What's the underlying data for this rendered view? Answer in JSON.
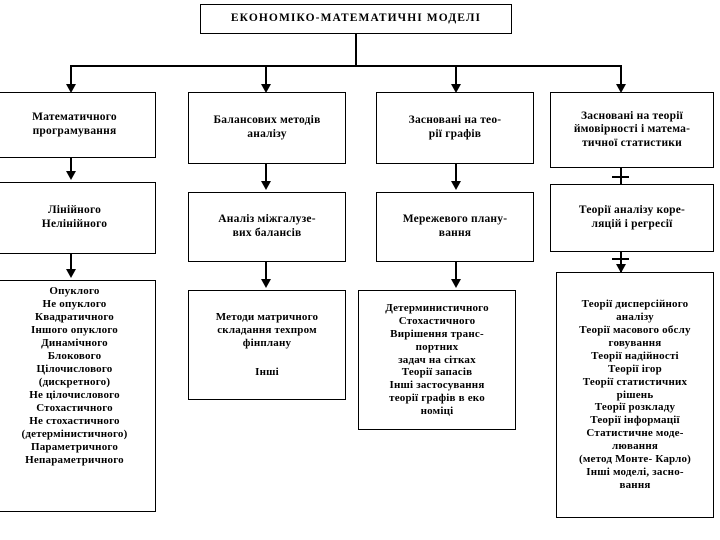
{
  "diagram": {
    "title": "ЕКОНОМІКО-МАТЕМАТИЧНІ МОДЕЛІ",
    "type": "hierarchy-tree",
    "branch_count": 4,
    "columns": [
      {
        "id": "col-math-programming",
        "level1": [
          "Математичного",
          "програмування"
        ],
        "level2": [
          "Лінійного",
          "Нелінійного"
        ],
        "level3": [
          "Опуклого",
          "Не опуклого",
          "Квадратичного",
          "Іншого опуклого",
          "Динамічного",
          "Блокового",
          "Цілочислового",
          "(дискретного)",
          "Не цілочислового",
          "Стохастичного",
          "Не стохастичного",
          "(детермінистичного)",
          "Параметричного",
          "Непараметричного"
        ]
      },
      {
        "id": "col-balance-methods",
        "level1": [
          "Балансових методів",
          "аналізу"
        ],
        "level2": [
          "Аналіз  міжгалузе-",
          "вих балансів"
        ],
        "level3": [
          "Методи   матричного",
          "складання   техпром",
          "фінплану"
        ],
        "level3_extra": "Інші"
      },
      {
        "id": "col-graph-theory",
        "level1": [
          "Засновані на тео-",
          "рії графів"
        ],
        "level2": [
          "Мережевого плану-",
          "вання"
        ],
        "level3": [
          "Детерминистичного",
          "Стохастичного",
          "Вирішення    транс-",
          "портних",
          "задач на сітках",
          "Теорії запасів",
          "Інші застосування",
          "теорії графів  в еко",
          "номіці"
        ]
      },
      {
        "id": "col-probability-statistics",
        "level1": [
          "Засновані  на теорії",
          "ймовірності і  матема-",
          "тичної статистики"
        ],
        "level2": [
          "Теорії  аналізу  коре-",
          "ляцій і регресії"
        ],
        "level3": [
          "Теорії дисперсійного",
          "аналізу",
          "Теорії масового обслу",
          "говування",
          "Теорії надійності",
          "Теорії ігор",
          "Теорії статистичних",
          "рішень",
          "Теорії розкладу",
          "Теорії інформації",
          "Статистичне  моде-",
          "лювання",
          "(метод Монте- Карло)",
          "Інші  моделі,  засно-",
          "вання"
        ]
      }
    ]
  }
}
